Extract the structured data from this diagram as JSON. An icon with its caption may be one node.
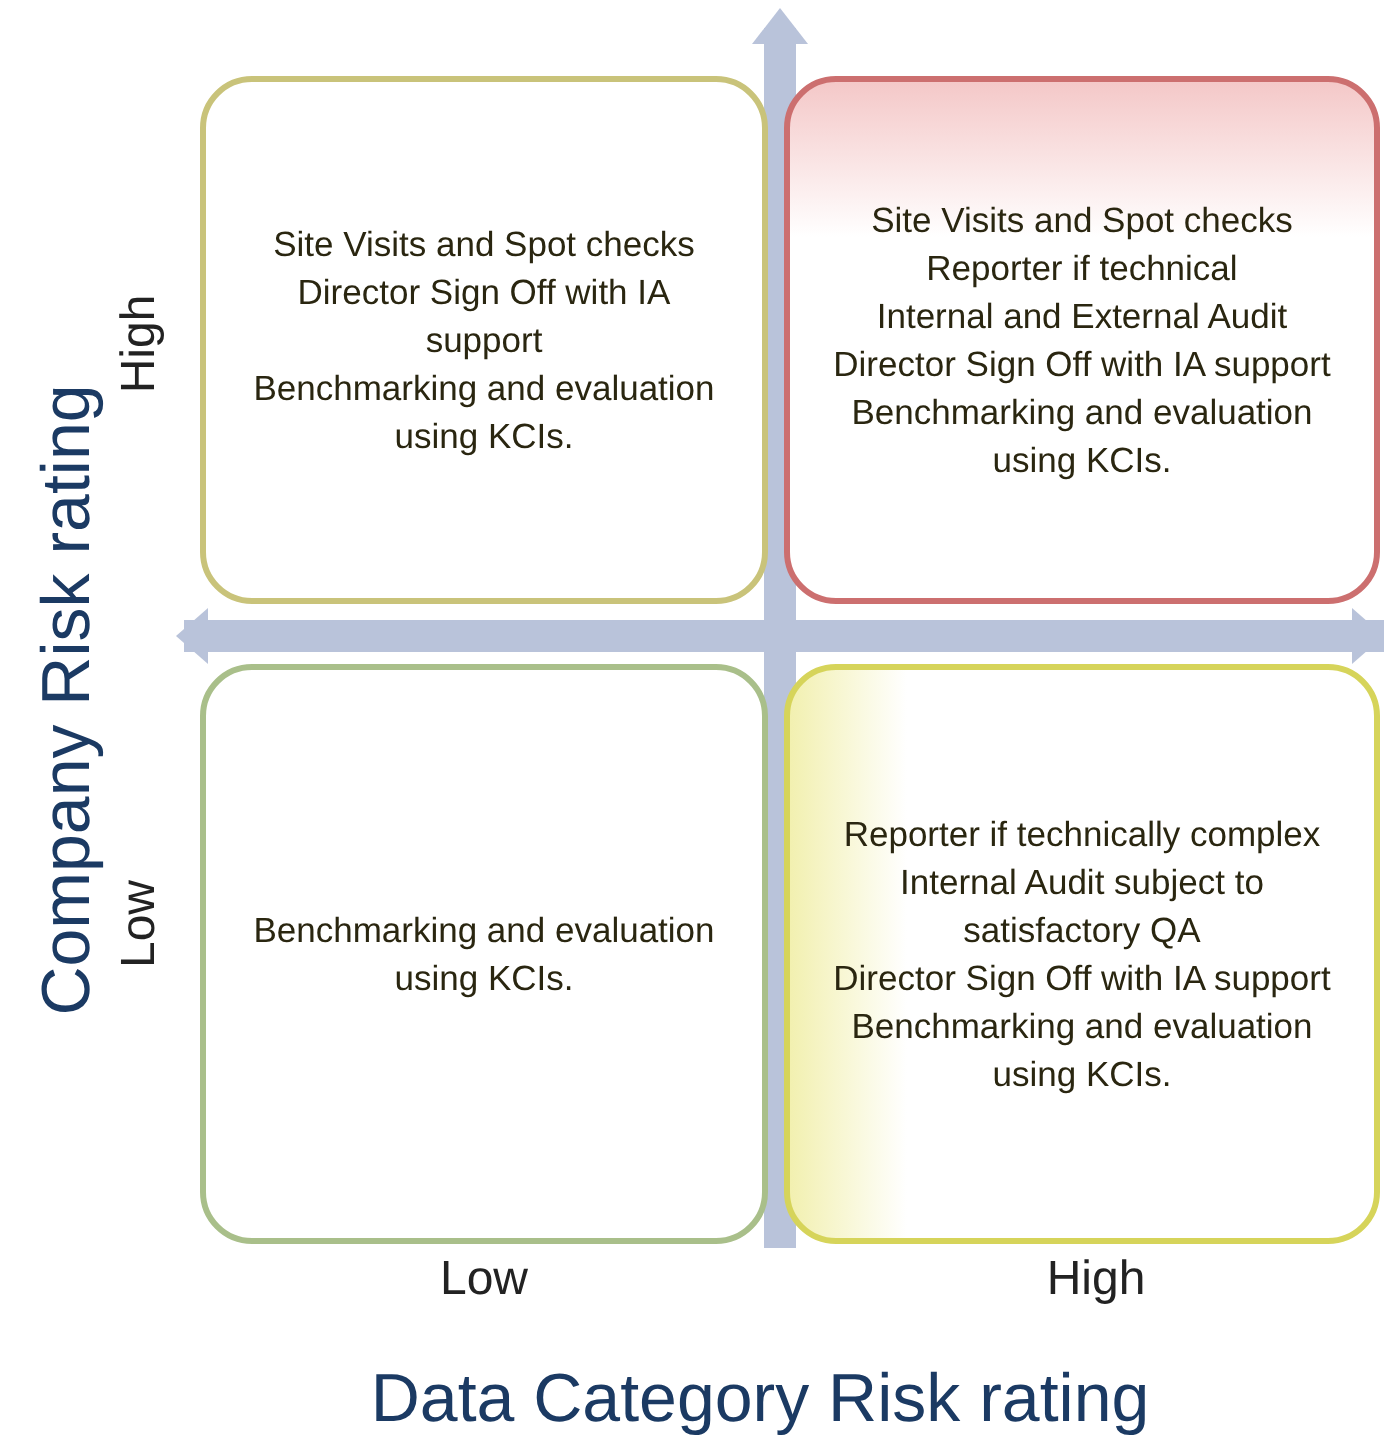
{
  "diagram": {
    "nodes": [
      {
        "text": [
          "Site Visits and Spot checks",
          "Director Sign Off with IA support",
          "Benchmarking and evaluation using KCIs."
        ]
      },
      {
        "text": [
          "Site Visits and Spot checks",
          "Reporter if technical",
          "Internal and External Audit",
          "Director Sign Off with IA support",
          "Benchmarking and evaluation using KCIs."
        ]
      },
      {
        "text": [
          "Benchmarking and evaluation using KCIs."
        ]
      },
      {
        "text": [
          "Reporter if technically complex",
          "Internal Audit subject to satisfactory QA",
          "Director Sign Off with IA support",
          "Benchmarking and evaluation using KCIs."
        ]
      }
    ],
    "labels": [
      "Company Risk rating",
      "High",
      "Low",
      "Low",
      "High",
      "Data Category Risk rating"
    ]
  }
}
